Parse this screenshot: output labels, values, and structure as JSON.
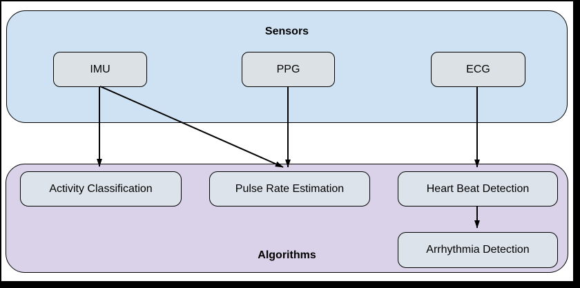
{
  "diagram": {
    "sensors_group": {
      "label": "Sensors",
      "nodes": [
        {
          "id": "imu",
          "label": "IMU"
        },
        {
          "id": "ppg",
          "label": "PPG"
        },
        {
          "id": "ecg",
          "label": "ECG"
        }
      ]
    },
    "algorithms_group": {
      "label": "Algorithms",
      "nodes": [
        {
          "id": "activity-classification",
          "label": "Activity Classification"
        },
        {
          "id": "pulse-rate-estimation",
          "label": "Pulse Rate Estimation"
        },
        {
          "id": "heart-beat-detection",
          "label": "Heart Beat Detection"
        },
        {
          "id": "arrhythmia-detection",
          "label": "Arrhythmia Detection"
        }
      ]
    },
    "edges": [
      {
        "from": "IMU",
        "to": "Activity Classification"
      },
      {
        "from": "IMU",
        "to": "Pulse Rate Estimation"
      },
      {
        "from": "PPG",
        "to": "Pulse Rate Estimation"
      },
      {
        "from": "ECG",
        "to": "Heart Beat Detection"
      },
      {
        "from": "Heart Beat Detection",
        "to": "Arrhythmia Detection"
      }
    ],
    "colors": {
      "sensors_group_bg": "#cfe2f3",
      "algorithms_group_bg": "#d9d2e9",
      "sensor_node_bg": "#dce1e5",
      "algorithm_node_bg": "#dde3ea",
      "stroke": "#000000",
      "background": "#ffffff",
      "frame": "#000000"
    }
  }
}
